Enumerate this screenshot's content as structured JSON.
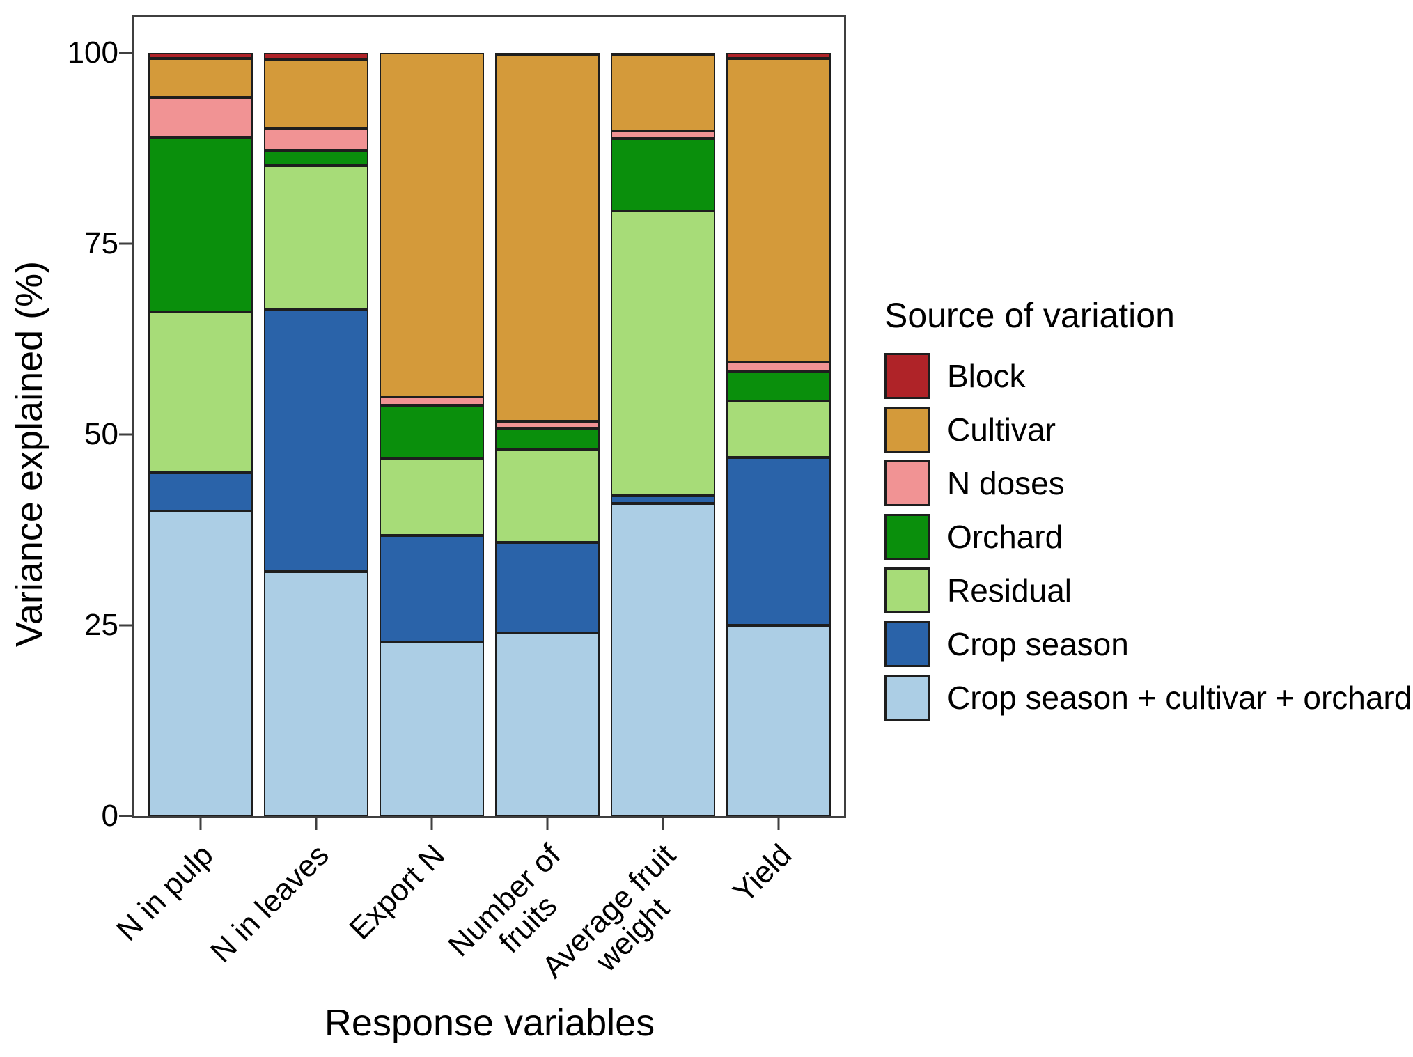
{
  "yaxis": {
    "title": "Variance explained (%)",
    "ticks": [
      "0",
      "25",
      "50",
      "75",
      "100"
    ],
    "tick_values": [
      0,
      25,
      50,
      75,
      100
    ],
    "range": [
      0,
      100
    ]
  },
  "xaxis": {
    "title": "Response variables"
  },
  "legend": {
    "title": "Source of variation",
    "position": "right",
    "items": [
      {
        "label": "Block",
        "color": "#af2328"
      },
      {
        "label": "Cultivar",
        "color": "#d49a3a"
      },
      {
        "label": "N doses",
        "color": "#f19394"
      },
      {
        "label": "Orchard",
        "color": "#0a8f0c"
      },
      {
        "label": "Residual",
        "color": "#a7dc78"
      },
      {
        "label": "Crop season",
        "color": "#2a63a9"
      },
      {
        "label": "Crop season + cultivar + orchard",
        "color": "#accee5"
      }
    ]
  },
  "chart_data": {
    "type": "bar",
    "stacked": true,
    "title": "",
    "xlabel": "Response variables",
    "ylabel": "Variance explained (%)",
    "ylim": [
      0,
      100
    ],
    "grid": false,
    "legend_position": "right",
    "categories": [
      "N in pulp",
      "N in leaves",
      "Export N",
      "Number of\nfruits",
      "Average fruit\nweight",
      "Yield"
    ],
    "series": [
      {
        "name": "Crop season + cultivar + orchard",
        "color": "#accee5",
        "values": [
          40.0,
          32.0,
          22.8,
          24.0,
          41.0,
          25.0
        ]
      },
      {
        "name": "Crop season",
        "color": "#2a63a9",
        "values": [
          5.0,
          34.3,
          14.0,
          11.9,
          1.0,
          22.0
        ]
      },
      {
        "name": "Residual",
        "color": "#a7dc78",
        "values": [
          21.1,
          18.9,
          10.0,
          12.1,
          37.3,
          7.4
        ]
      },
      {
        "name": "Orchard",
        "color": "#0a8f0c",
        "values": [
          22.9,
          2.0,
          7.0,
          2.8,
          9.5,
          3.9
        ]
      },
      {
        "name": "N doses",
        "color": "#f19394",
        "values": [
          5.2,
          2.9,
          1.1,
          0.9,
          1.0,
          1.2
        ]
      },
      {
        "name": "Cultivar",
        "color": "#d49a3a",
        "values": [
          5.1,
          9.1,
          45.1,
          48.0,
          9.9,
          39.8
        ]
      },
      {
        "name": "Block",
        "color": "#af2328",
        "values": [
          0.7,
          0.8,
          0.0,
          0.3,
          0.3,
          0.7
        ]
      }
    ]
  }
}
